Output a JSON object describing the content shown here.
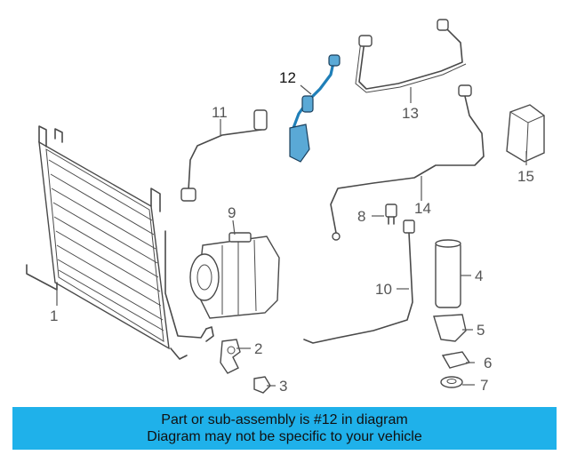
{
  "diagram": {
    "highlighted_part": "12",
    "callouts": [
      {
        "id": "1",
        "label": "1"
      },
      {
        "id": "2",
        "label": "2"
      },
      {
        "id": "3",
        "label": "3"
      },
      {
        "id": "4",
        "label": "4"
      },
      {
        "id": "5",
        "label": "5"
      },
      {
        "id": "6",
        "label": "6"
      },
      {
        "id": "7",
        "label": "7"
      },
      {
        "id": "8",
        "label": "8"
      },
      {
        "id": "9",
        "label": "9"
      },
      {
        "id": "10",
        "label": "10"
      },
      {
        "id": "11",
        "label": "11"
      },
      {
        "id": "12",
        "label": "12"
      },
      {
        "id": "13",
        "label": "13"
      },
      {
        "id": "14",
        "label": "14"
      },
      {
        "id": "15",
        "label": "15"
      }
    ]
  },
  "banner": {
    "line1": "Part or sub-assembly is #12 in diagram",
    "line2": "Diagram may not be specific to your vehicle",
    "color": "#1fb1ea"
  },
  "colors": {
    "highlight": "#1f7fb8",
    "linework": "#4a4a4a"
  }
}
